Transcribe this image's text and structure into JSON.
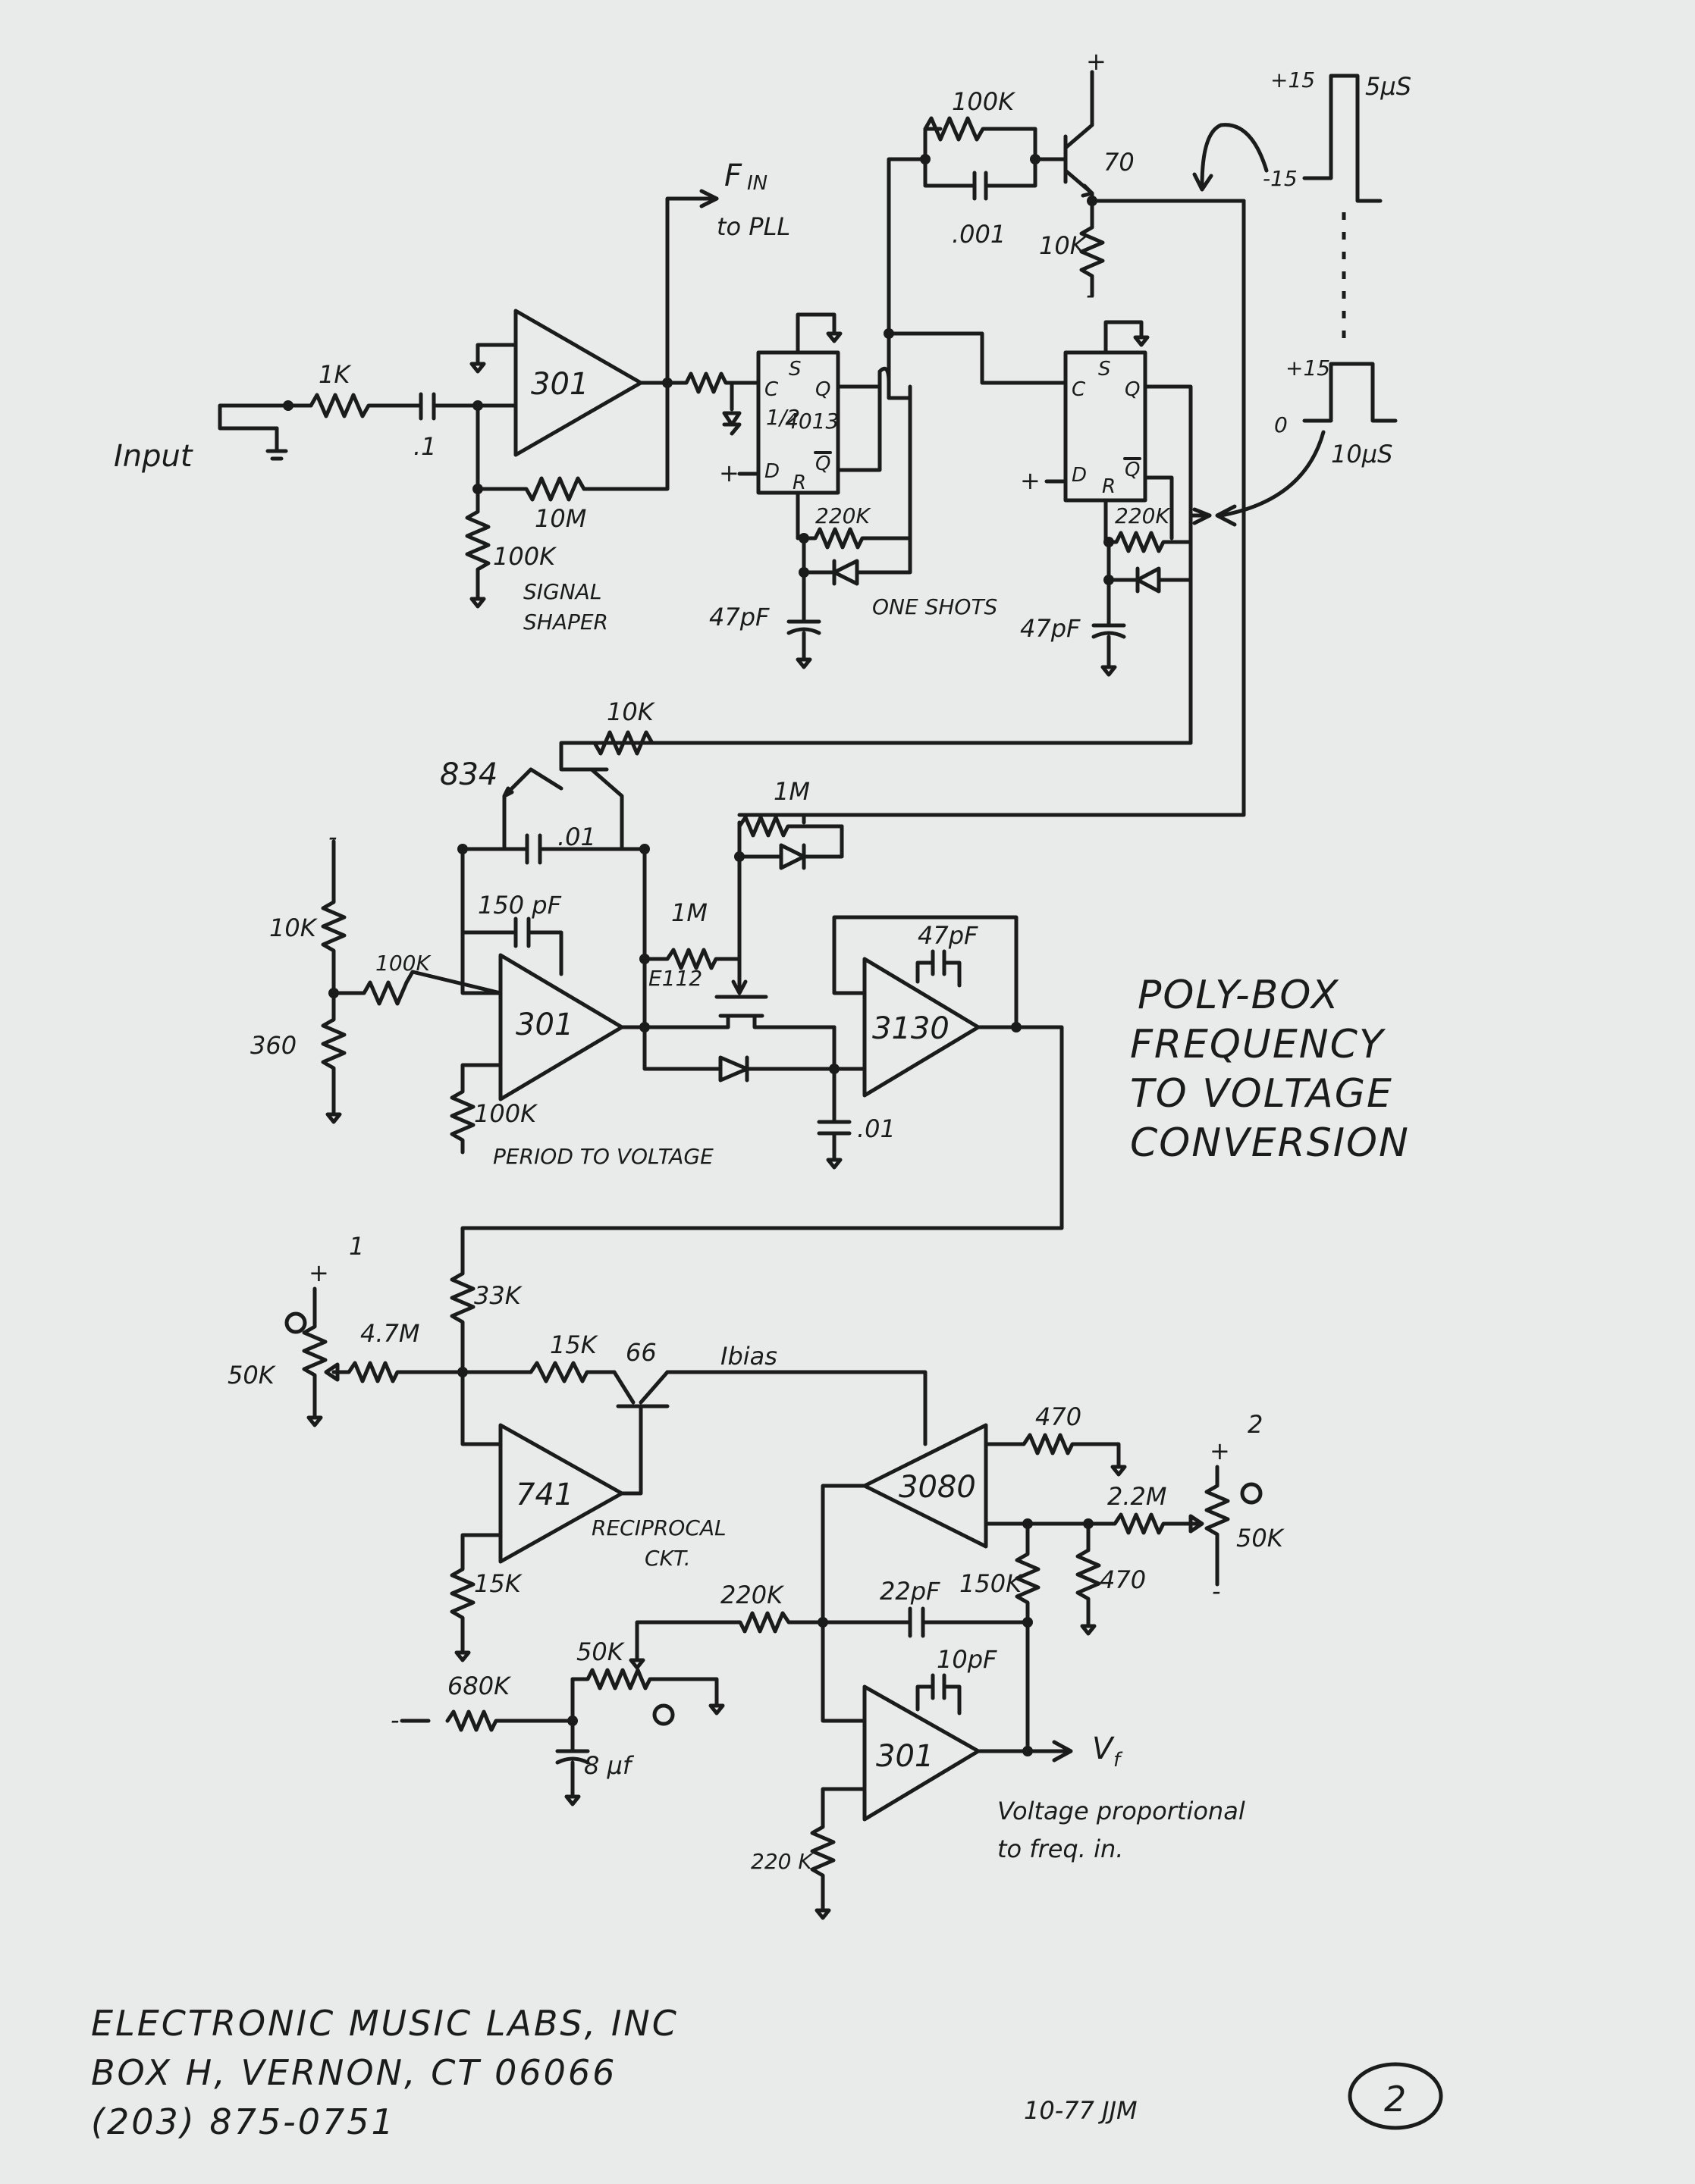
{
  "schematic": {
    "title_lines": [
      "POLY-BOX",
      "FREQUENCY",
      "TO VOLTAGE",
      "CONVERSION"
    ],
    "input_label": "Input",
    "fin_label": "F",
    "fin_sub": "IN",
    "to_pll": "to PLL",
    "section_labels": {
      "signal_shaper_1": "SIGNAL",
      "signal_shaper_2": "SHAPER",
      "one_shots": "ONE SHOTS",
      "period_to_voltage": "PERIOD TO VOLTAGE",
      "reciprocal_1": "RECIPROCAL",
      "reciprocal_2": "CKT.",
      "output_desc_1": "Voltage proportional",
      "output_desc_2": "to freq. in."
    },
    "chips": {
      "opamp_shaper": "301",
      "flipflop_1_name_a": "1/2",
      "flipflop_1_name_b": "4013",
      "opamp_period": "301",
      "opamp_3130": "3130",
      "opamp_741": "741",
      "ota_3080": "3080",
      "opamp_out": "301"
    },
    "pins": {
      "c": "C",
      "s": "S",
      "q": "Q",
      "d": "D",
      "r": "R",
      "qbar": "Q"
    },
    "transistors": {
      "t70": "70",
      "t834": "834",
      "fet": "E112",
      "t66": "66"
    },
    "components": {
      "r_1k": "1K",
      "c_01_in": ".1",
      "r_10m": "10M",
      "r_100k_shaper": "100K",
      "r_100k_top": "100K",
      "c_001": ".001",
      "r_10k_top": "10K",
      "r_220k_os1": "220K",
      "c_47pf_os1": "47pF",
      "r_220k_os2": "220K",
      "c_47pf_os2": "47pF",
      "r_10k_base": "10K",
      "c_01_period": ".01",
      "r_1m_top": "1M",
      "r_1m_fet": "1M",
      "c_150pf": "150 pF",
      "r_10k_div": "10K",
      "r_100k_in": "100K",
      "r_360": "360",
      "r_100k_gnd": "100K",
      "c_47pf_3130": "47pF",
      "c_01_hold": ".01",
      "r_33k": "33K",
      "pot_50k_1": "50K",
      "r_4_7m": "4.7M",
      "r_15k_in": "15K",
      "ibias": "Ibias",
      "r_15k_gnd": "15K",
      "r_470_a": "470",
      "r_2_2m": "2.2M",
      "pot_50k_2": "50K",
      "r_470_b": "470",
      "r_150k": "150K",
      "c_22pf": "22pF",
      "r_220k_fb": "220K",
      "pot_50k_3": "50K",
      "r_680k": "680K",
      "c_8uf": "8 µf",
      "c_10pf": "10pF",
      "r_220k_gnd": "220 K",
      "vf": "V",
      "vf_sub": "f"
    },
    "waveforms": {
      "top_plus": "+15",
      "top_minus": "-15",
      "top_width": "5µS",
      "bottom_plus": "+15",
      "bottom_zero": "0",
      "bottom_width": "10µS"
    },
    "supply": {
      "plus": "+",
      "minus": "-"
    },
    "markers": {
      "pot1_number": "1",
      "pot2_number": "2"
    }
  },
  "footer": {
    "company": "ELECTRONIC MUSIC LABS, INC",
    "address": "BOX H, VERNON, CT 06066",
    "phone": "(203) 875-0751",
    "date_initials": "10-77 JJM",
    "page_number": "2"
  }
}
